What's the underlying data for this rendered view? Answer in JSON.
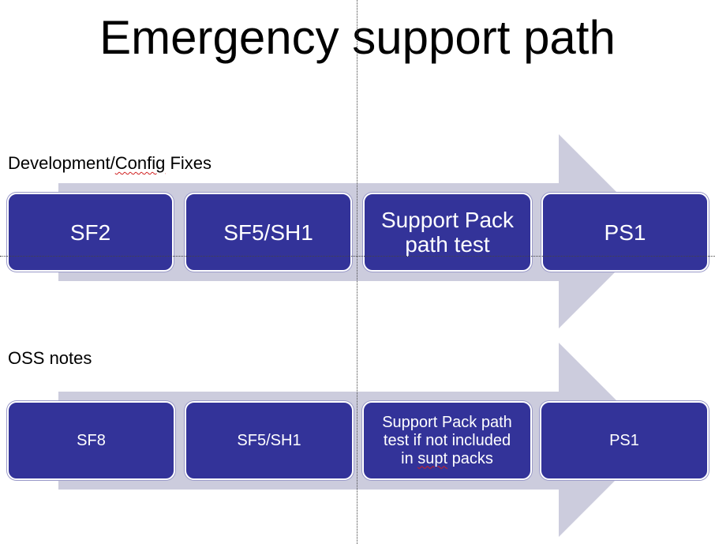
{
  "title": "Emergency support path",
  "colors": {
    "box_fill": "#333399",
    "arrow_fill": "#CCCCDD",
    "box_text": "#FFFFFF"
  },
  "rows": [
    {
      "label_parts": [
        "Development/",
        "Config",
        " Fixes"
      ],
      "boxes": [
        {
          "lines": [
            "SF2"
          ]
        },
        {
          "lines": [
            "SF5/SH1"
          ]
        },
        {
          "lines": [
            "Support Pack",
            "path test"
          ]
        },
        {
          "lines": [
            "PS1"
          ]
        }
      ]
    },
    {
      "label_parts": [
        "OSS notes"
      ],
      "boxes": [
        {
          "lines": [
            "SF8"
          ]
        },
        {
          "lines": [
            "SF5/SH1"
          ]
        },
        {
          "lines": [
            "Support Pack path",
            "test if not included",
            "in supt packs"
          ],
          "spellcheck_word": "supt"
        },
        {
          "lines": [
            "PS1"
          ]
        }
      ]
    }
  ]
}
